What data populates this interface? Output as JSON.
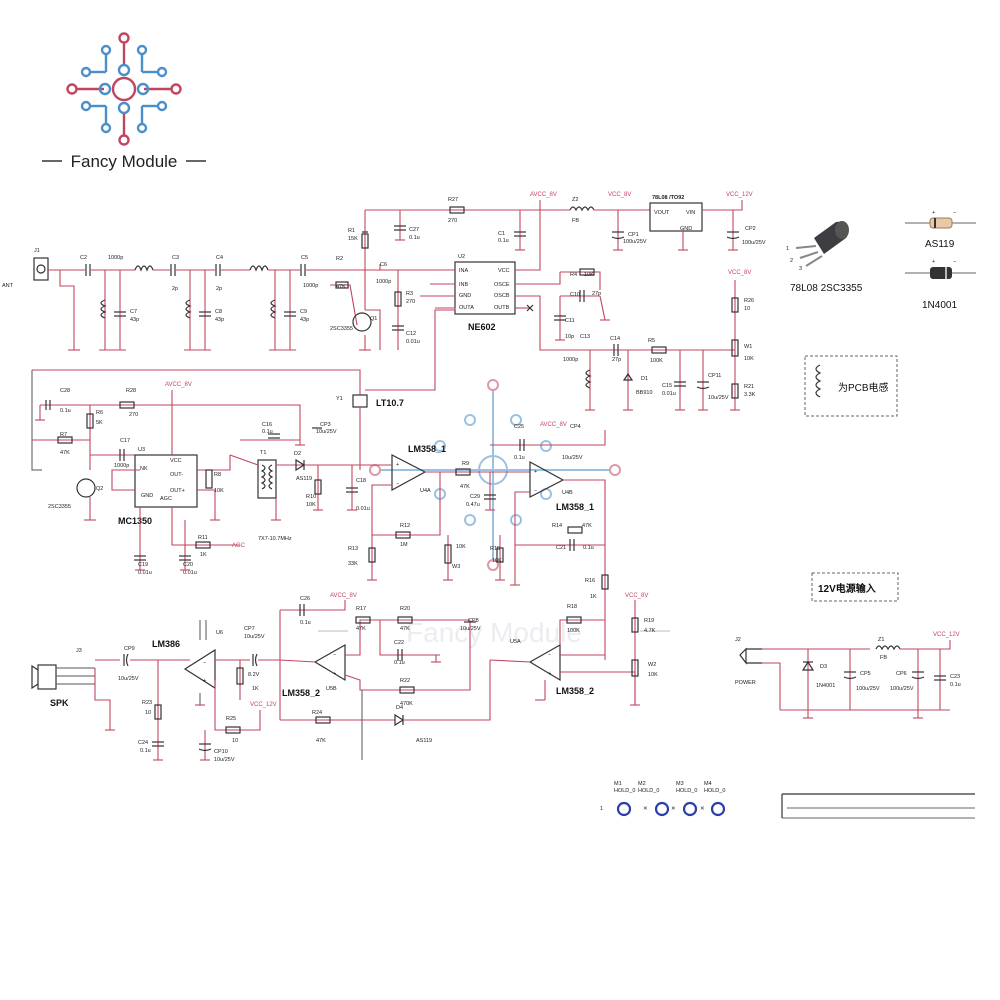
{
  "brand": {
    "name": "Fancy Module",
    "watermark": "Fancy Module",
    "colors": {
      "red": "#c2455f",
      "blue": "#4a8fc9"
    }
  },
  "labels": {
    "ant": "ANT",
    "j1": "J1",
    "c2": "C2",
    "c2v": "1000p",
    "c3": "C3",
    "c3v": "2p",
    "c4": "C4",
    "c4v": "2p",
    "c5": "C5",
    "c5v": "1000p",
    "c7": "C7",
    "c7v": "43p",
    "c8": "C8",
    "c8v": "43p",
    "c9": "C9",
    "c9v": "43p",
    "r1": "R1",
    "r1v": "15K",
    "r2": "R2",
    "r2v": "47K",
    "r3": "R3",
    "r3v": "270",
    "c6": "C6",
    "c6v": "1000p",
    "c12": "C12",
    "c12v": "0.01u",
    "q1": "Q1",
    "q1v": "2SC3355",
    "r27": "R27",
    "r27v": "270",
    "c27": "C27",
    "c27v": "0.1u",
    "c1": "C1",
    "c1v": "0.1u",
    "avcc8v": "AVCC_8V",
    "z2": "Z2",
    "z2v": "FB",
    "vcc8v": "VCC_8V",
    "cp1": "CP1",
    "cp1v": "100u/25V",
    "reg": "78L08 /TO92",
    "vout": "VOUT",
    "vin": "VIN",
    "gnd": "GND",
    "vcc12v": "VCC_12V",
    "cp2": "CP2",
    "cp2v": "100u/25V",
    "u2": "U2",
    "ne602": "NE602",
    "ina": "INA",
    "inb": "INB",
    "vcc": "VCC",
    "osce": "OSCE",
    "oscb": "OSCB",
    "outa": "OUTA",
    "outb": "OUTB",
    "r4": "R4",
    "r4v": "10K",
    "c10": "C10",
    "c10v": "27p",
    "c11": "C11",
    "c11v": "10p",
    "c13": "C13",
    "c13v": "1000p",
    "c14": "C14",
    "c14v": "27p",
    "r5": "R5",
    "r5v": "100K",
    "d1": "D1",
    "d1v": "BB910",
    "c15": "C15",
    "c15v": "0.01u",
    "cp11": "CP11",
    "cp11v": "10u/25V",
    "w1": "W1",
    "w1v": "10K",
    "r26": "R26",
    "r26v": "10",
    "r21": "R21",
    "r21v": "3.3K",
    "pkg1": "78L08 2SC3355",
    "as119": "AS119",
    "in4001": "1N4001",
    "pcb_ind": "为PCB电感",
    "y1": "Y1",
    "lt107": "LT10.7",
    "c28": "C28",
    "c28v": "0.1u",
    "r28": "R28",
    "r28v": "270",
    "r6": "R6",
    "r6v": "5K",
    "r7": "R7",
    "r7v": "47K",
    "c17": "C17",
    "c17v": "1000p",
    "u3": "U3",
    "mc1350": "MC1350",
    "q2": "Q2",
    "q2v": "2SC3355",
    "r8": "R8",
    "r8v": "10K",
    "c16": "C16",
    "c16v": "0.1u",
    "cp3": "CP3",
    "cp3v": "10u/25V",
    "t1": "T1",
    "t1v": "7X7-10.7MHz",
    "d2": "D2",
    "d2v": "AS119",
    "r10": "R10",
    "r10v": "10K",
    "c18": "C18",
    "c18v": "0.01u",
    "r11": "R11",
    "r11v": "1K",
    "agc": "AGC",
    "c19": "C19",
    "c19v": "0.01u",
    "c20": "C20",
    "c20v": "0.01u",
    "lm358_1": "LM358_1",
    "u4a": "U4A",
    "u4b": "U4B",
    "r9": "R9",
    "r9v": "47K",
    "c25": "C25",
    "c25v": "0.1u",
    "cp4": "CP4",
    "cp4v": "10u/25V",
    "c29": "C29",
    "c29v": "0.47u",
    "r12": "R12",
    "r12v": "1M",
    "r13": "R13",
    "r13v": "33K",
    "w3": "W3",
    "w3v": "10K",
    "r15": "R15",
    "r15v": "10K",
    "r14": "R14",
    "r14v": "47K",
    "c21": "C21",
    "c21v": "0.1u",
    "r16": "R16",
    "r16v": "1K",
    "r18": "R18",
    "r18v": "100K",
    "r19": "R19",
    "r19v": "4.7K",
    "w2": "W2",
    "w2v": "10K",
    "pwr_in": "12V电源输入",
    "j2": "J2",
    "power": "POWER",
    "d3": "D3",
    "d3v": "1N4001",
    "z1": "Z1",
    "z1v": "FB",
    "cp5": "CP5",
    "cp5v": "100u/25V",
    "cp6": "CP6",
    "cp6v": "100u/25V",
    "c23": "C23",
    "c23v": "0.1u",
    "j3": "J3",
    "spk": "SPK",
    "cp9": "CP9",
    "cp9v": "10u/25V",
    "lm386": "LM386",
    "u6": "U6",
    "r23": "R23",
    "r23v": "10",
    "c24": "C24",
    "c24v": "0.1u",
    "cp7": "CP7",
    "cp7v": "10u/25V",
    "r25": "R25",
    "r25v": "10",
    "cp10": "CP10",
    "cp10v": "10u/25V",
    "r22v_l": "8.2V",
    "r_1k": "1K",
    "lm358_2": "LM358_2",
    "u5a": "U5A",
    "u5b": "U5B",
    "c26": "C26",
    "c26v": "0.1u",
    "r17": "R17",
    "r17v": "47K",
    "r20": "R20",
    "r20v": "47K",
    "c22": "C22",
    "c22v": "0.1u",
    "cp8": "CP8",
    "cp8v": "10u/25V",
    "r22": "R22",
    "r22v": "470K",
    "r24": "R24",
    "r24v": "47K",
    "d4": "D4",
    "d4v": "AS119",
    "m1": "M1",
    "m2": "M2",
    "m3": "M3",
    "m4": "M4",
    "hold": "HOLD_0"
  }
}
